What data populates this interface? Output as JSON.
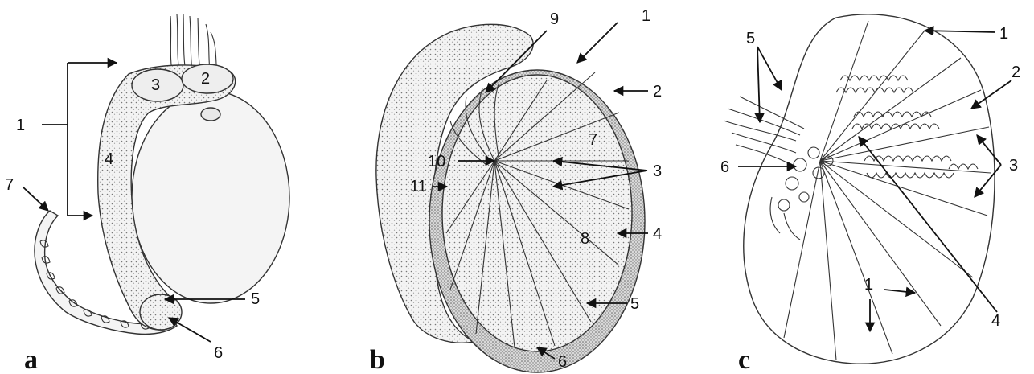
{
  "panels": [
    {
      "letter": "a",
      "labels": [
        "1",
        "2",
        "3",
        "4",
        "5",
        "6",
        "7"
      ]
    },
    {
      "letter": "b",
      "labels": [
        "1",
        "2",
        "3",
        "4",
        "5",
        "6",
        "7",
        "8",
        "9",
        "10",
        "11"
      ]
    },
    {
      "letter": "c",
      "labels": [
        "1",
        "1",
        "2",
        "3",
        "4",
        "5",
        "6"
      ]
    }
  ],
  "colors": {
    "ink": "#111111",
    "fill_light": "#f1f1f1",
    "fill_stipple": "#d9d9d9",
    "tunica": "#bdbdbd"
  }
}
